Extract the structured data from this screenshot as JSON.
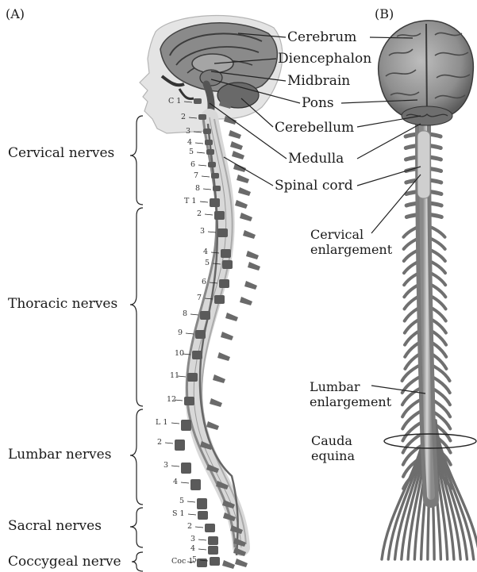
{
  "panels": {
    "a": "(A)",
    "b": "(B)"
  },
  "regions": {
    "cervical": "Cervical nerves",
    "thoracic": "Thoracic nerves",
    "lumbar": "Lumbar nerves",
    "sacral": "Sacral nerves",
    "coccygeal": "Coccygeal nerve"
  },
  "parts": {
    "cerebrum": "Cerebrum",
    "diencephalon": "Diencephalon",
    "midbrain": "Midbrain",
    "pons": "Pons",
    "cerebellum": "Cerebellum",
    "medulla": "Medulla",
    "spinal_cord": "Spinal cord",
    "cervical_enlargement": "Cervical\nenlargement",
    "lumbar_enlargement": "Lumbar\nenlargement",
    "cauda_equina": "Cauda\nequina"
  },
  "vertebrae": {
    "cervical": [
      "C 1",
      "2",
      "3",
      "4",
      "5",
      "6",
      "7",
      "8"
    ],
    "thoracic": [
      "T 1",
      "2",
      "3",
      "4",
      "5",
      "6",
      "7",
      "8",
      "9",
      "10",
      "11",
      "12"
    ],
    "lumbar": [
      "L 1",
      "2",
      "3",
      "4",
      "5"
    ],
    "sacral": [
      "S 1",
      "2",
      "3",
      "4",
      "5"
    ],
    "coccygeal": [
      "Coc 1"
    ]
  },
  "colors": {
    "ink": "#1a1a1a",
    "bone": "#555555",
    "tissue": "#7a7a7a",
    "skin": "#e2e2e2"
  }
}
